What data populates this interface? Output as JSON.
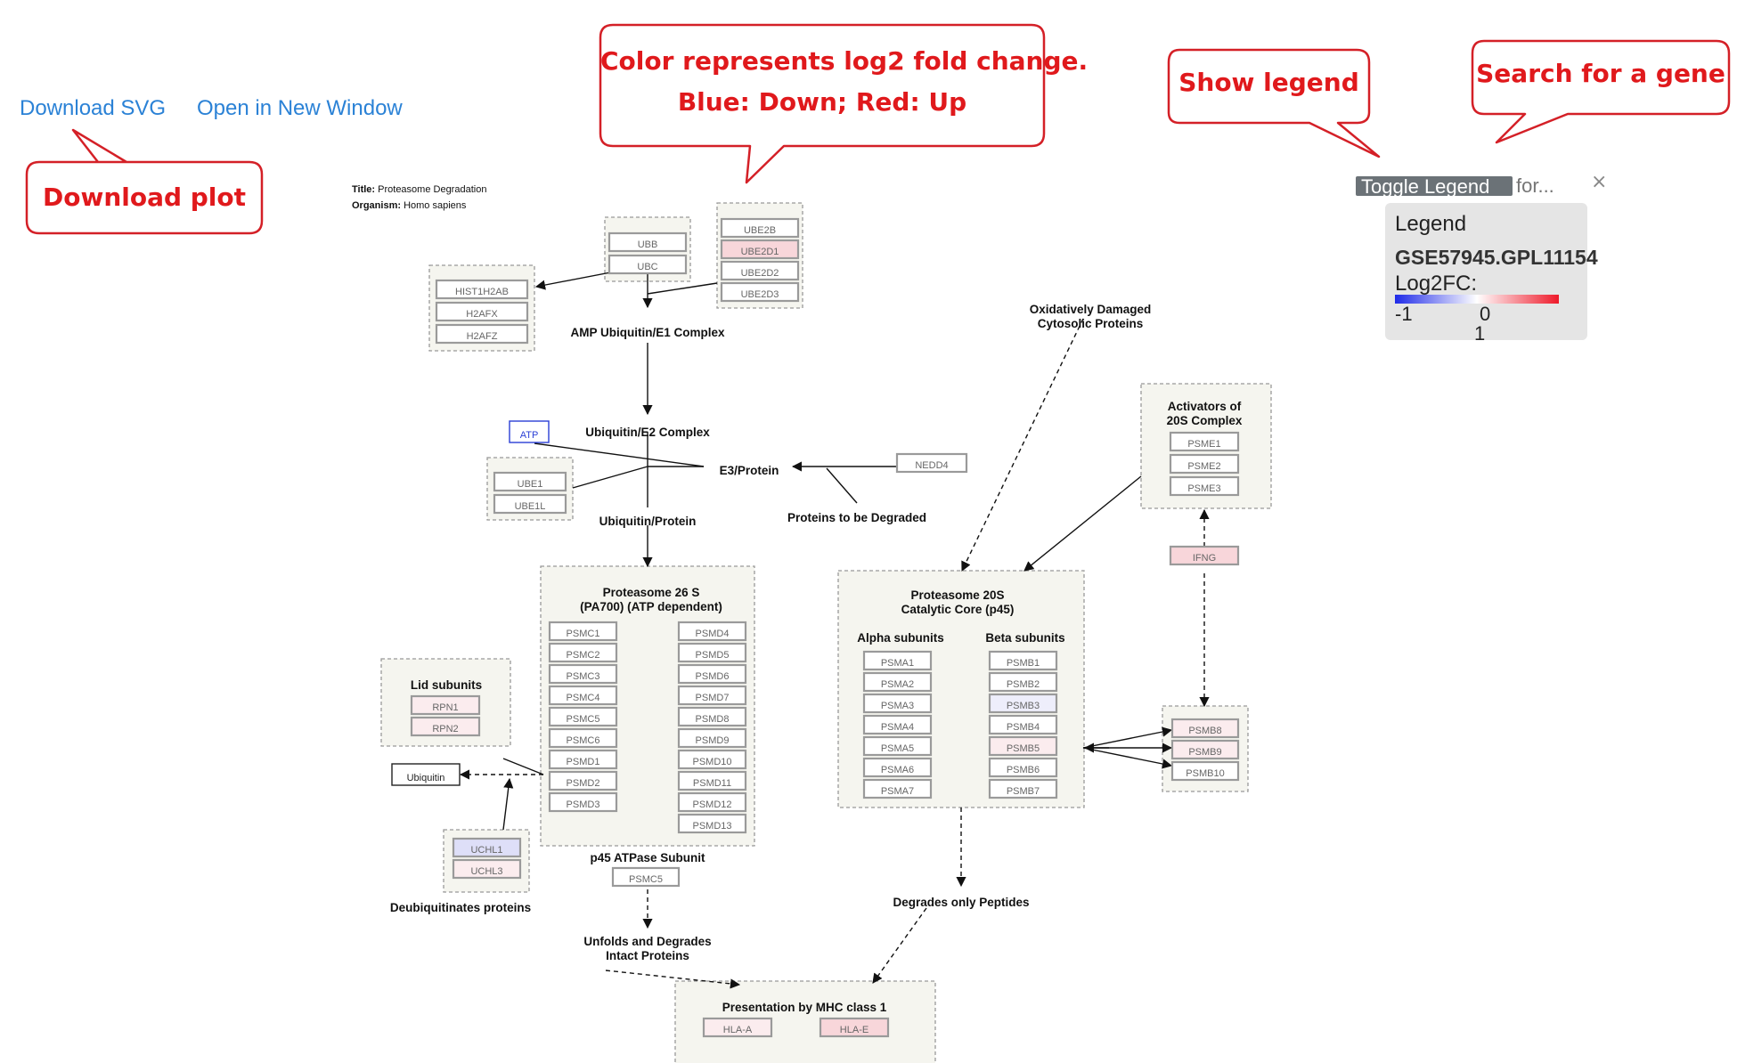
{
  "links": {
    "download_svg": "Download SVG",
    "open_new_window": "Open in New Window"
  },
  "callouts": {
    "color_line1": "Color represents log2 fold change.",
    "color_line2": "Blue: Down; Red: Up",
    "show_legend": "Show legend",
    "search_gene": "Search for a gene",
    "download_plot": "Download plot",
    "color": "#e0191c"
  },
  "legend_panel": {
    "toggle_label": "Toggle Legend",
    "search_placeholder": "for...",
    "close_glyph": "×",
    "title": "Legend",
    "dataset": "GSE57945.GPL11154",
    "log2fc_label": "Log2FC:",
    "tick_min": "-1",
    "tick_mid": "0",
    "tick_max": "1",
    "colors": {
      "down": "#1f2ae8",
      "mid": "#ffffff",
      "up": "#ee1a2a"
    }
  },
  "pathway": {
    "title_key": "Title:",
    "title_value": "Proteasome Degradation",
    "organism_key": "Organism:",
    "organism_value": "Homo sapiens",
    "labels": {
      "amp_e1": "AMP Ubiquitin/E1 Complex",
      "e2": "Ubiquitin/E2 Complex",
      "e3": "E3/Protein",
      "ubprotein": "Ubiquitin/Protein",
      "to_degrade": "Proteins to be Degraded",
      "oxid_1": "Oxidatively Damaged",
      "oxid_2": "Cytosolic Proteins",
      "activators_1": "Activators of",
      "activators_2": "20S Complex",
      "p26_1": "Proteasome 26 S",
      "p26_2": "(PA700) (ATP dependent)",
      "p20_1": "Proteasome 20S",
      "p20_2": "Catalytic Core (p45)",
      "alpha": "Alpha subunits",
      "beta": "Beta subunits",
      "lid": "Lid subunits",
      "p45": "p45 ATPase Subunit",
      "deubiq": "Deubiquitinates proteins",
      "unfold_1": "Unfolds and Degrades",
      "unfold_2": "Intact Proteins",
      "peptides": "Degrades only Peptides",
      "mhc": "Presentation by MHC class 1"
    },
    "genes": {
      "ubb": "UBB",
      "ubc": "UBC",
      "ube2b": "UBE2B",
      "ube2d1": "UBE2D1",
      "ube2d2": "UBE2D2",
      "ube2d3": "UBE2D3",
      "hist1h2ab": "HIST1H2AB",
      "h2afx": "H2AFX",
      "h2afz": "H2AFZ",
      "atp": "ATP",
      "ube1": "UBE1",
      "ube1l": "UBE1L",
      "nedd4": "NEDD4",
      "psme1": "PSME1",
      "psme2": "PSME2",
      "psme3": "PSME3",
      "ifng": "IFNG",
      "psmc1": "PSMC1",
      "psmc2": "PSMC2",
      "psmc3": "PSMC3",
      "psmc4": "PSMC4",
      "psmc5": "PSMC5",
      "psmc6": "PSMC6",
      "psmd1": "PSMD1",
      "psmd2": "PSMD2",
      "psmd3": "PSMD3",
      "psmd4": "PSMD4",
      "psmd5": "PSMD5",
      "psmd6": "PSMD6",
      "psmd7": "PSMD7",
      "psmd8": "PSMD8",
      "psmd9": "PSMD9",
      "psmd10": "PSMD10",
      "psmd11": "PSMD11",
      "psmd12": "PSMD12",
      "psmd13": "PSMD13",
      "psma1": "PSMA1",
      "psma2": "PSMA2",
      "psma3": "PSMA3",
      "psma4": "PSMA4",
      "psma5": "PSMA5",
      "psma6": "PSMA6",
      "psma7": "PSMA7",
      "psmb1": "PSMB1",
      "psmb2": "PSMB2",
      "psmb3": "PSMB3",
      "psmb4": "PSMB4",
      "psmb5": "PSMB5",
      "psmb6": "PSMB6",
      "psmb7": "PSMB7",
      "psmb8": "PSMB8",
      "psmb9": "PSMB9",
      "psmb10": "PSMB10",
      "rpn1": "RPN1",
      "rpn2": "RPN2",
      "ubiquitin": "Ubiquitin",
      "uchl1": "UCHL1",
      "uchl3": "UCHL3",
      "psmc5b": "PSMC5",
      "hlaa": "HLA-A",
      "hlae": "HLA-E"
    },
    "fills": {
      "neutral": "#ffffff",
      "up_light": "#fbecee",
      "up_mid": "#f8d6da",
      "up_strong": "#f3c4c9",
      "down_light": "#eeeefb",
      "down_mid": "#dedff8",
      "container": "#f5f5ef"
    }
  }
}
